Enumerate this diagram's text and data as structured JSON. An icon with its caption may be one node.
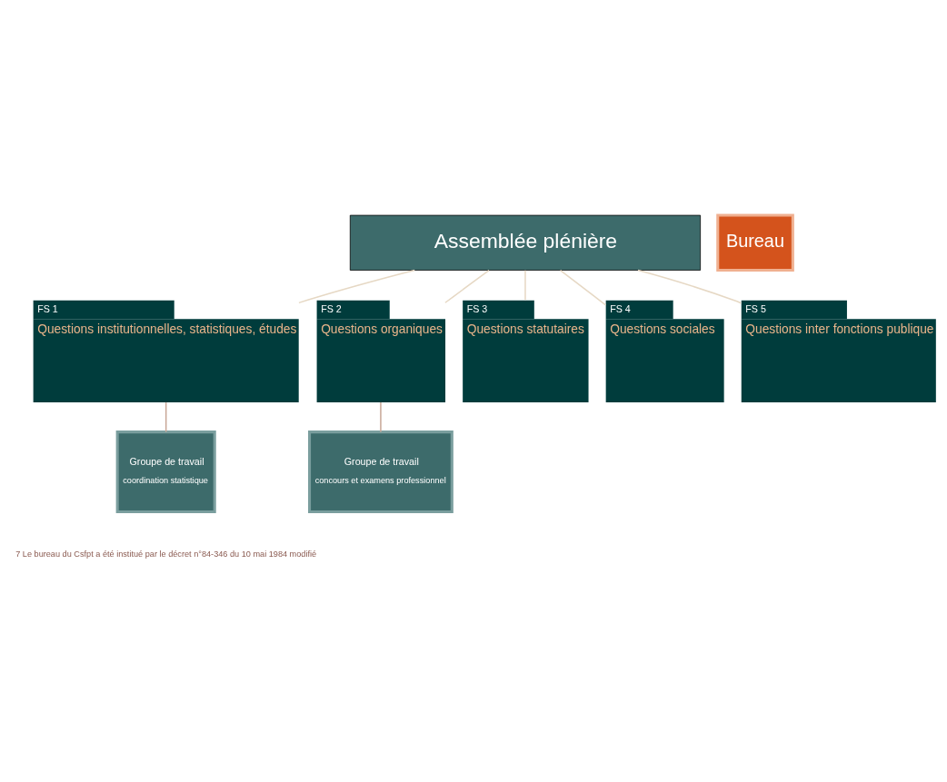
{
  "diagram": {
    "nodes": [
      {
        "text": [
          "Assemblée plénière"
        ]
      },
      {
        "text": [
          "Bureau"
        ]
      },
      {
        "text": [
          "FS 1",
          "Questions institutionnelles, statistiques, études"
        ]
      },
      {
        "text": [
          "FS 2",
          "Questions organiques"
        ]
      },
      {
        "text": [
          "FS 3",
          "Questions statutaires"
        ]
      },
      {
        "text": [
          "FS 4",
          "Questions sociales"
        ]
      },
      {
        "text": [
          "FS 5",
          "Questions inter fonctions publique"
        ]
      },
      {
        "text": [
          "Groupe de travail",
          "coordination statistique"
        ]
      },
      {
        "text": [
          "Groupe de travail",
          "concours et examens professionnel"
        ]
      }
    ],
    "edges": [
      {
        "from": 0,
        "to": 2,
        "arrow": "none"
      },
      {
        "from": 0,
        "to": 3,
        "arrow": "none"
      },
      {
        "from": 0,
        "to": 4,
        "arrow": "none"
      },
      {
        "from": 0,
        "to": 5,
        "arrow": "none"
      },
      {
        "from": 0,
        "to": 6,
        "arrow": "none"
      },
      {
        "from": 2,
        "to": 7,
        "arrow": "none"
      },
      {
        "from": 3,
        "to": 8,
        "arrow": "none"
      }
    ],
    "labels": [
      "7 Le bureau du Csfpt a été institué par le décret n°84-346 du 10 mai 1984 modifié"
    ]
  }
}
